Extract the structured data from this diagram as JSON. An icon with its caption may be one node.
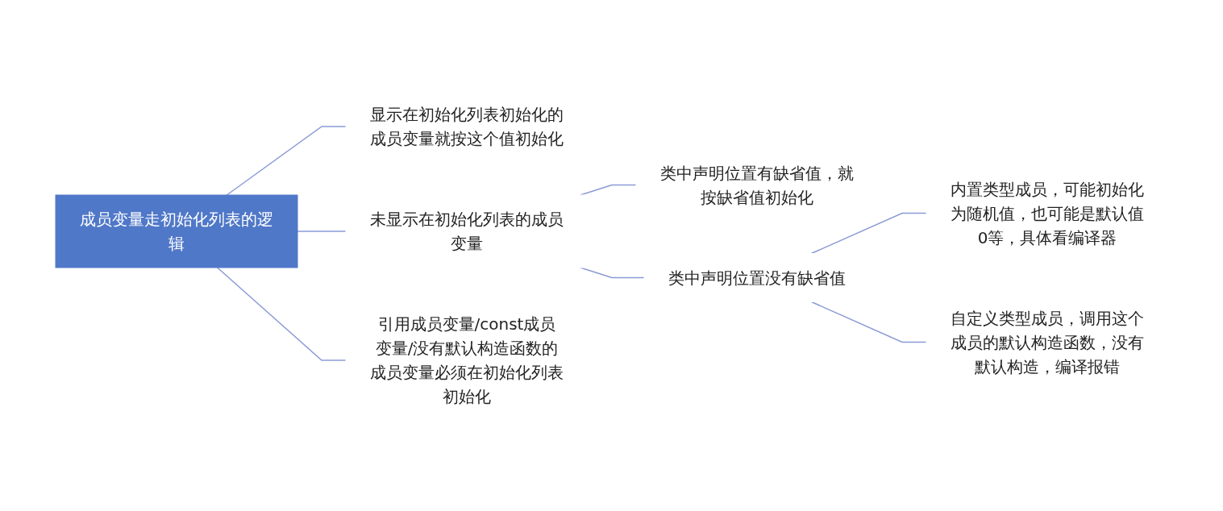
{
  "diagram": {
    "nodes": [
      {
        "text": [
          "成员变量走初始化列表的逻辑"
        ]
      },
      {
        "text": [
          "显示在初始化列表初始化的成员变量就按这个值初始化"
        ]
      },
      {
        "text": [
          "未显示在初始化列表的成员变量"
        ]
      },
      {
        "text": [
          "类中声明位置有缺省值，就按缺省值初始化"
        ]
      },
      {
        "text": [
          "类中声明位置没有缺省值"
        ]
      },
      {
        "text": [
          "内置类型成员，可能初始化为随机值，也可能是默认值0等，具体看编译器"
        ]
      },
      {
        "text": [
          "自定义类型成员，调用这个成员的默认构造函数，没有默认构造，编译报错"
        ]
      },
      {
        "text": [
          "引用成员变量/const成员变量/没有默认构造函数的成员变量必须在初始化列表初始化"
        ]
      }
    ],
    "edges": [
      {
        "from": 0,
        "to": 1,
        "arrow": "none"
      },
      {
        "from": 0,
        "to": 2,
        "arrow": "none"
      },
      {
        "from": 2,
        "to": 3,
        "arrow": "none"
      },
      {
        "from": 2,
        "to": 4,
        "arrow": "none"
      },
      {
        "from": 4,
        "to": 5,
        "arrow": "none"
      },
      {
        "from": 4,
        "to": 6,
        "arrow": "none"
      },
      {
        "from": 0,
        "to": 7,
        "arrow": "none"
      }
    ]
  }
}
